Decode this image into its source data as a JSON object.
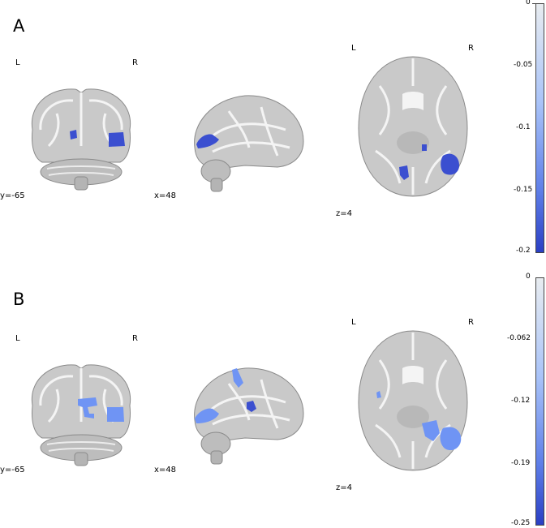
{
  "panels": [
    {
      "letter": "A",
      "views": {
        "lr_left": "L",
        "lr_right": "R",
        "coronal": "y=-65",
        "sagittal": "x=48",
        "axial": "z=4"
      },
      "colorbar": {
        "ticks": [
          "0",
          "-0.05",
          "-0.1",
          "-0.15",
          "-0.2"
        ],
        "range": [
          -0.2,
          0
        ],
        "colors": [
          "#e8ecf0",
          "#2a3fc4"
        ]
      },
      "blob_color": "#3b4fd0"
    },
    {
      "letter": "B",
      "views": {
        "lr_left": "L",
        "lr_right": "R",
        "coronal": "y=-65",
        "sagittal": "x=48",
        "axial": "z=4"
      },
      "colorbar": {
        "ticks": [
          "0",
          "-0.062",
          "-0.12",
          "-0.19",
          "-0.25"
        ],
        "range": [
          -0.25,
          0
        ],
        "colors": [
          "#e8ecf0",
          "#2a3fc4"
        ]
      },
      "blob_color": "#6f94f4"
    }
  ]
}
